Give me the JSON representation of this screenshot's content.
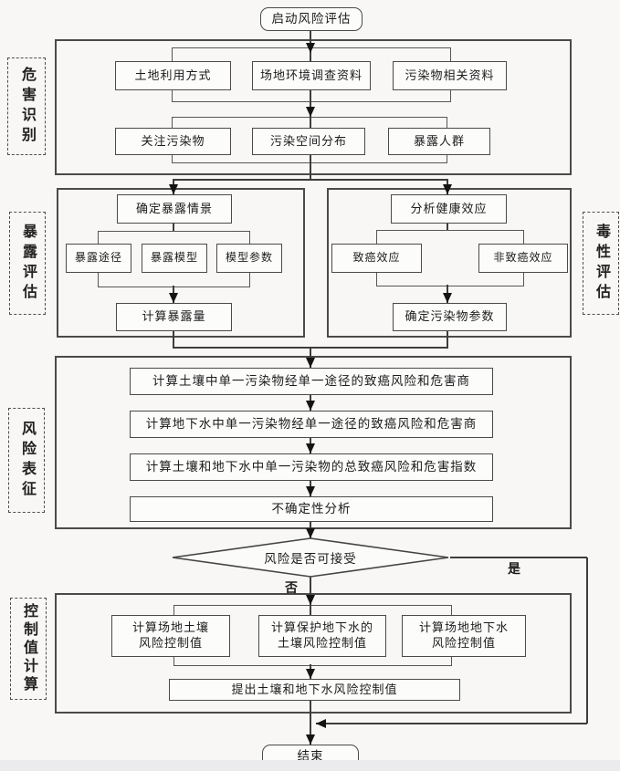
{
  "page": {
    "background": "#f8f7f5",
    "bottom_band_color": "#ebeaed"
  },
  "colors": {
    "line": "#3d3d3d",
    "box_border": "#4a4a4a",
    "box_background": "#fcfcfb",
    "text": "#1c1c1c",
    "dashed_border": "#4f4f4f"
  },
  "flowchart": {
    "start": "启动风险评估",
    "end": "结束",
    "side_labels": {
      "hazard": "危害识别",
      "exposure": "暴露评估",
      "toxicity": "毒性评估",
      "risk": "风险表征",
      "control": "控制值计算"
    },
    "hazard": {
      "row1": [
        "土地利用方式",
        "场地环境调查资料",
        "污染物相关资料"
      ],
      "row2": [
        "关注污染物",
        "污染空间分布",
        "暴露人群"
      ]
    },
    "exposure": {
      "scenario": "确定暴露情景",
      "items": [
        "暴露途径",
        "暴露模型",
        "模型参数"
      ],
      "calc": "计算暴露量"
    },
    "toxicity": {
      "analyze": "分析健康效应",
      "items": [
        "致癌效应",
        "非致癌效应"
      ],
      "determine": "确定污染物参数"
    },
    "risk_steps": [
      "计算土壤中单一污染物经单一途径的致癌风险和危害商",
      "计算地下水中单一污染物经单一途径的致癌风险和危害商",
      "计算土壤和地下水中单一污染物的总致癌风险和危害指数",
      "不确定性分析"
    ],
    "decision": {
      "label": "风险是否可接受",
      "no": "否",
      "yes": "是"
    },
    "control": {
      "items": [
        "计算场地土壤\n风险控制值",
        "计算保护地下水的\n土壤风险控制值",
        "计算场地地下水\n风险控制值"
      ],
      "propose": "提出土壤和地下水风险控制值"
    }
  }
}
